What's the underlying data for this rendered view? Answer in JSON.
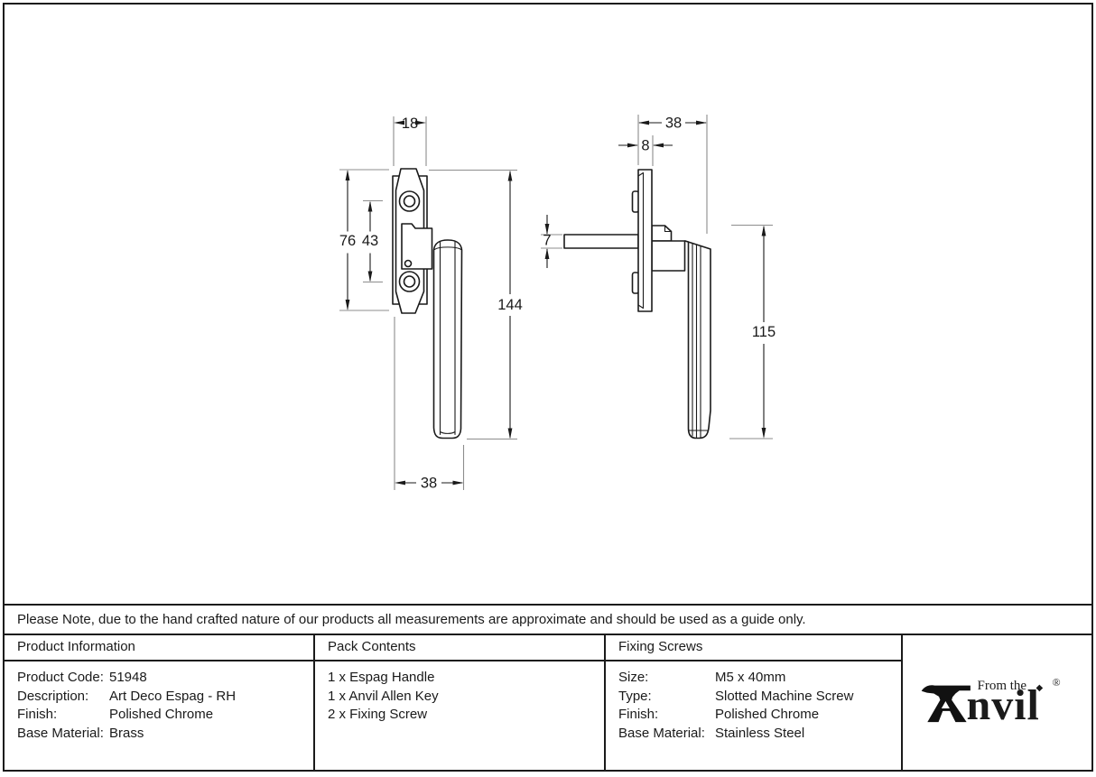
{
  "note": "Please Note, due to the hand crafted nature of our products all measurements are approximate and should be used as a guide only.",
  "drawing": {
    "front_view": {
      "dims": {
        "plate_width": "18",
        "plate_height": "76",
        "fixing_centres": "43",
        "overall_height": "144",
        "overall_width": "38"
      }
    },
    "side_view": {
      "dims": {
        "projection": "38",
        "plate_depth": "8",
        "spindle_depth": "7",
        "handle_length": "115"
      }
    }
  },
  "table": {
    "product_information": {
      "header": "Product Information",
      "rows": [
        {
          "label": "Product Code:",
          "value": "51948"
        },
        {
          "label": "Description:",
          "value": "Art Deco Espag - RH"
        },
        {
          "label": "Finish:",
          "value": "Polished Chrome"
        },
        {
          "label": "Base Material:",
          "value": "Brass"
        }
      ]
    },
    "pack_contents": {
      "header": "Pack Contents",
      "items": [
        "1 x Espag Handle",
        "1 x Anvil Allen Key",
        "2 x Fixing Screw"
      ]
    },
    "fixing_screws": {
      "header": "Fixing Screws",
      "rows": [
        {
          "label": "Size:",
          "value": "M5 x 40mm"
        },
        {
          "label": "Type:",
          "value": "Slotted Machine Screw"
        },
        {
          "label": "Finish:",
          "value": "Polished Chrome"
        },
        {
          "label": "Base Material:",
          "value": "Stainless Steel"
        }
      ]
    }
  },
  "brand": {
    "prefix": "From the",
    "name": "Anvil",
    "name_display_suffix": "nvil",
    "separator": "◆",
    "registered_mark": "®"
  },
  "colors": {
    "line": "#1a1a1a",
    "extension_line": "#8d8d8d",
    "background": "#ffffff"
  }
}
